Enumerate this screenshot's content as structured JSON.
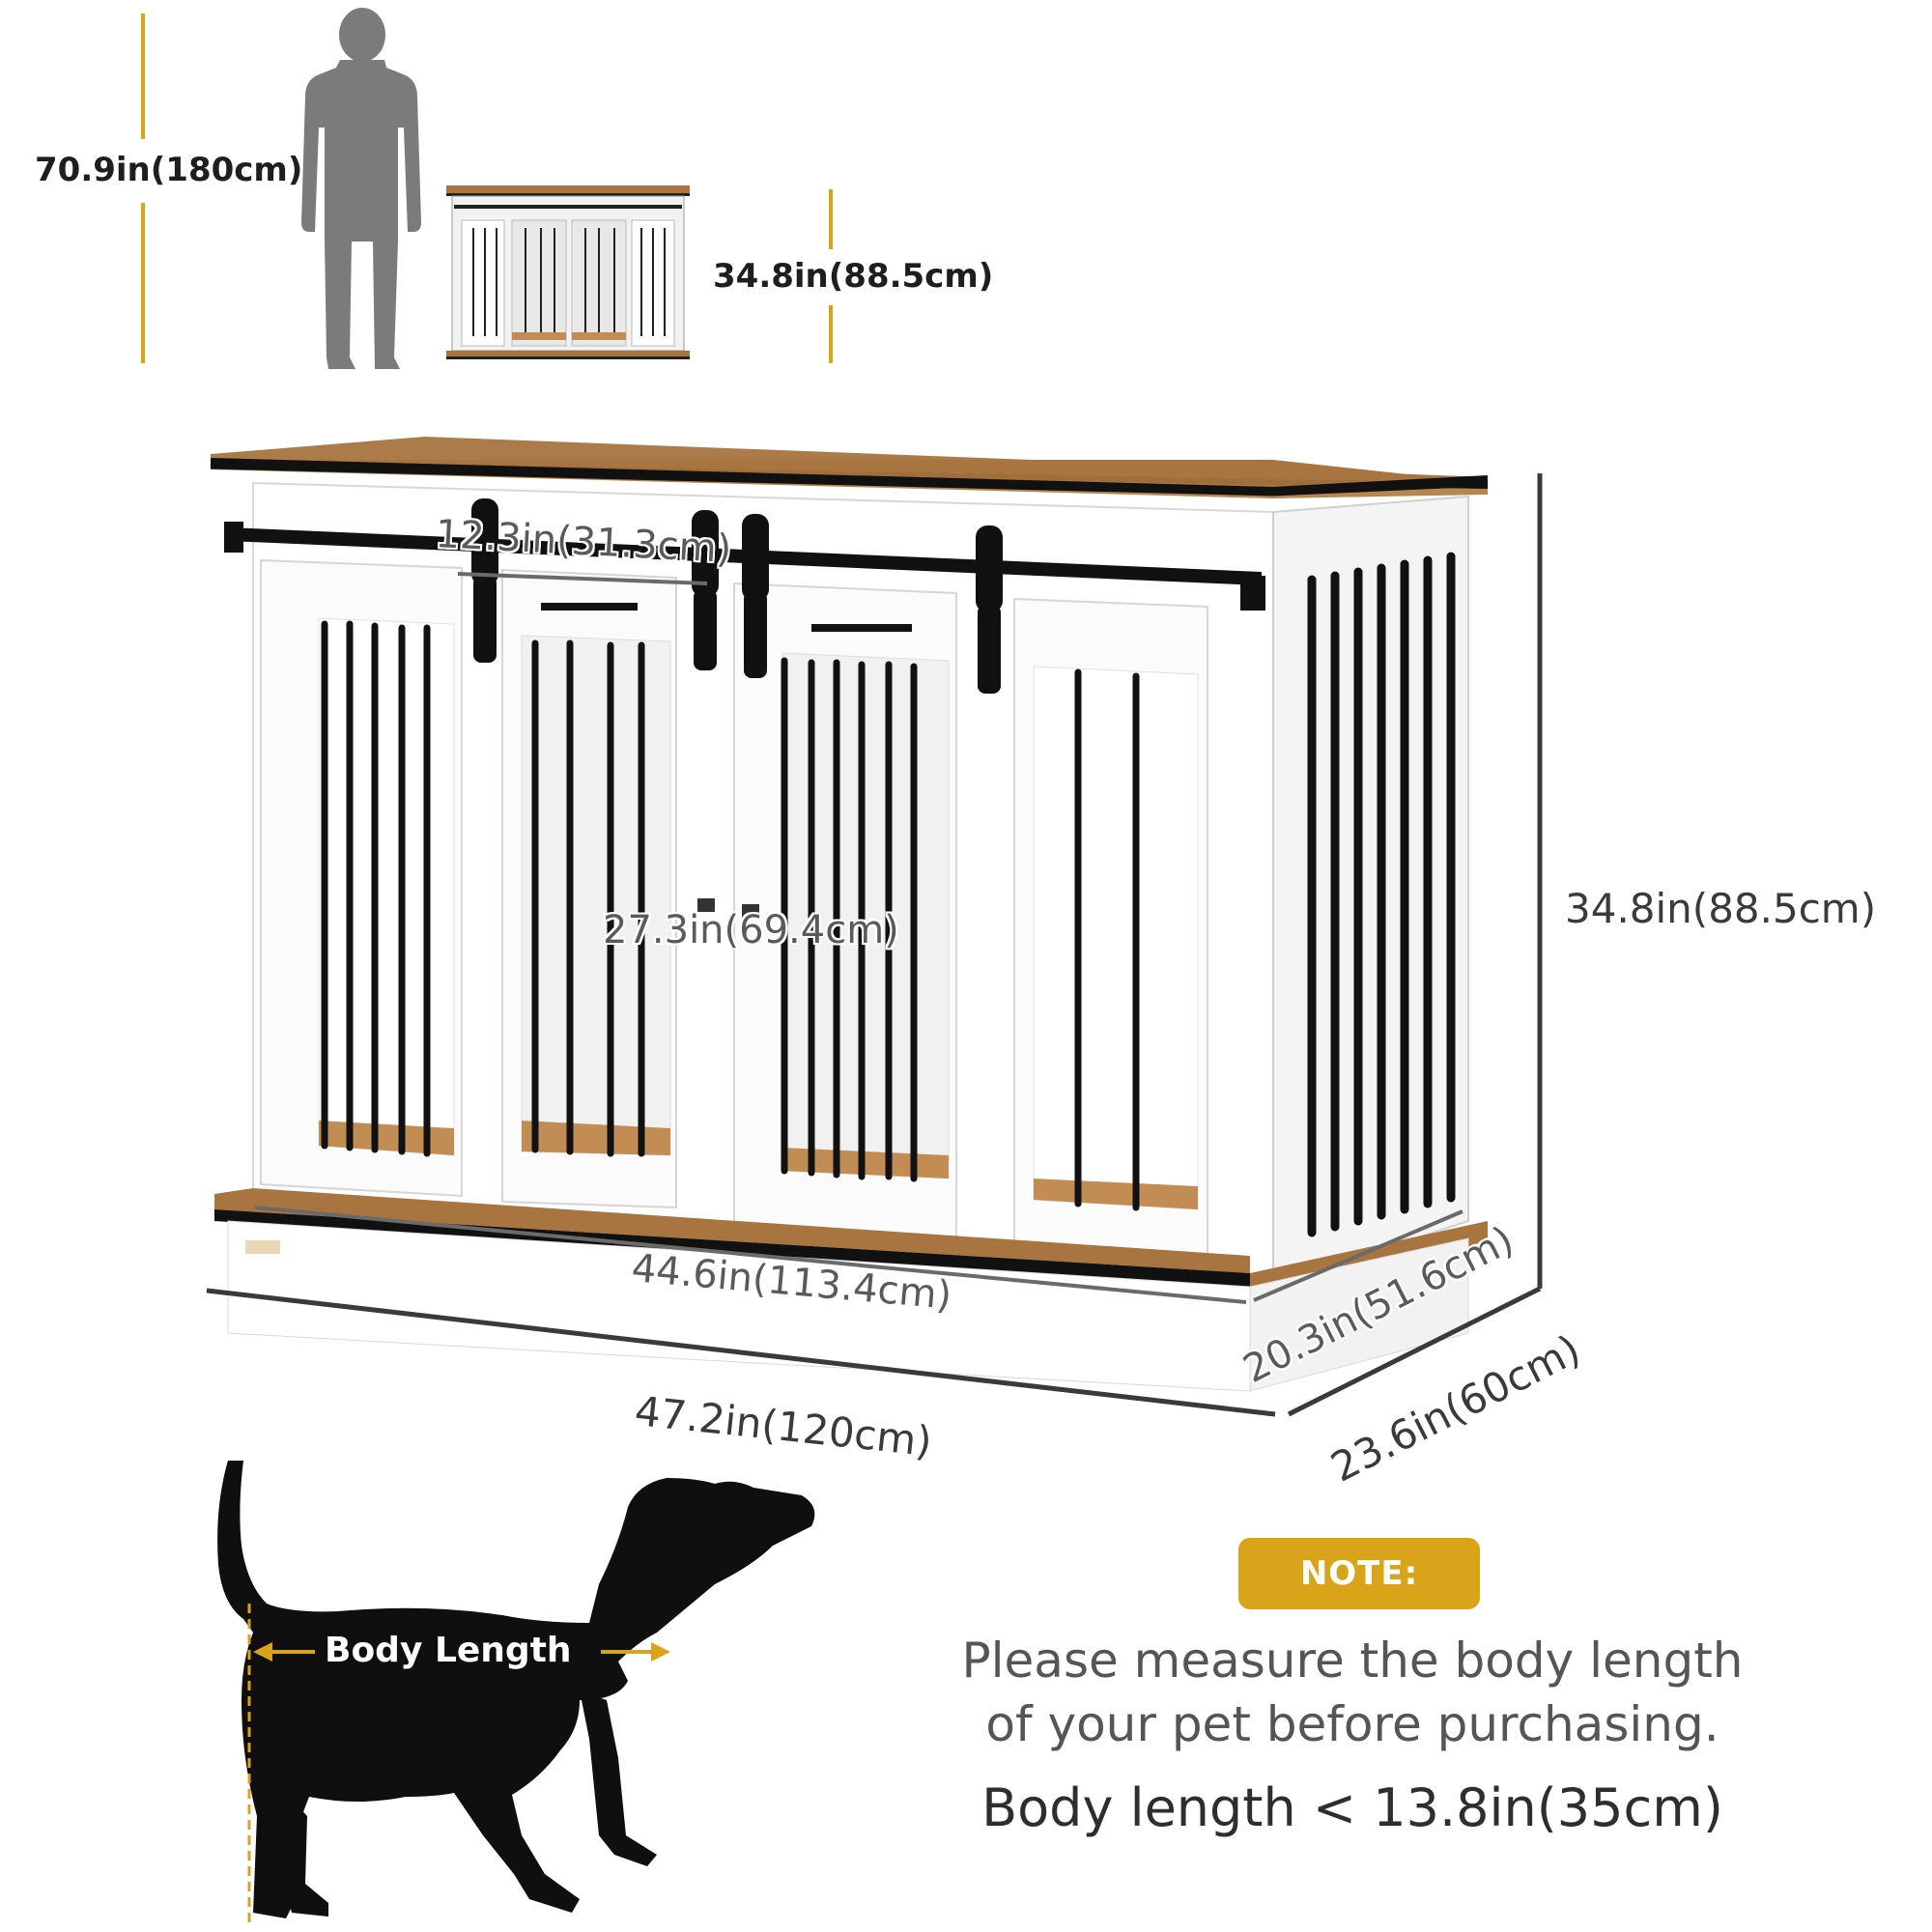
{
  "person": {
    "height_label": "70.9in(180cm)"
  },
  "small_cabinet": {
    "height_label": "34.8in(88.5cm)"
  },
  "cabinet": {
    "height_label": "34.8in(88.5cm)",
    "width_label": "47.2in(120cm)",
    "depth_label": "23.6in(60cm)",
    "inner_width_label": "44.6in(113.4cm)",
    "inner_depth_label": "20.3in(51.6cm)",
    "inner_height_label": "27.3in(69.4cm)",
    "door_width_label": "12.3in(31.3cm)"
  },
  "dog": {
    "body_length_label": "Body Length"
  },
  "note": {
    "badge": "NOTE:",
    "line1": "Please measure the body length",
    "line2": "of your pet before purchasing.",
    "limit": "Body length < 13.8in(35cm)"
  },
  "colors": {
    "accent": "#d9a31a",
    "wood": "#a87440",
    "frame": "#ffffff",
    "bars": "#111111"
  }
}
